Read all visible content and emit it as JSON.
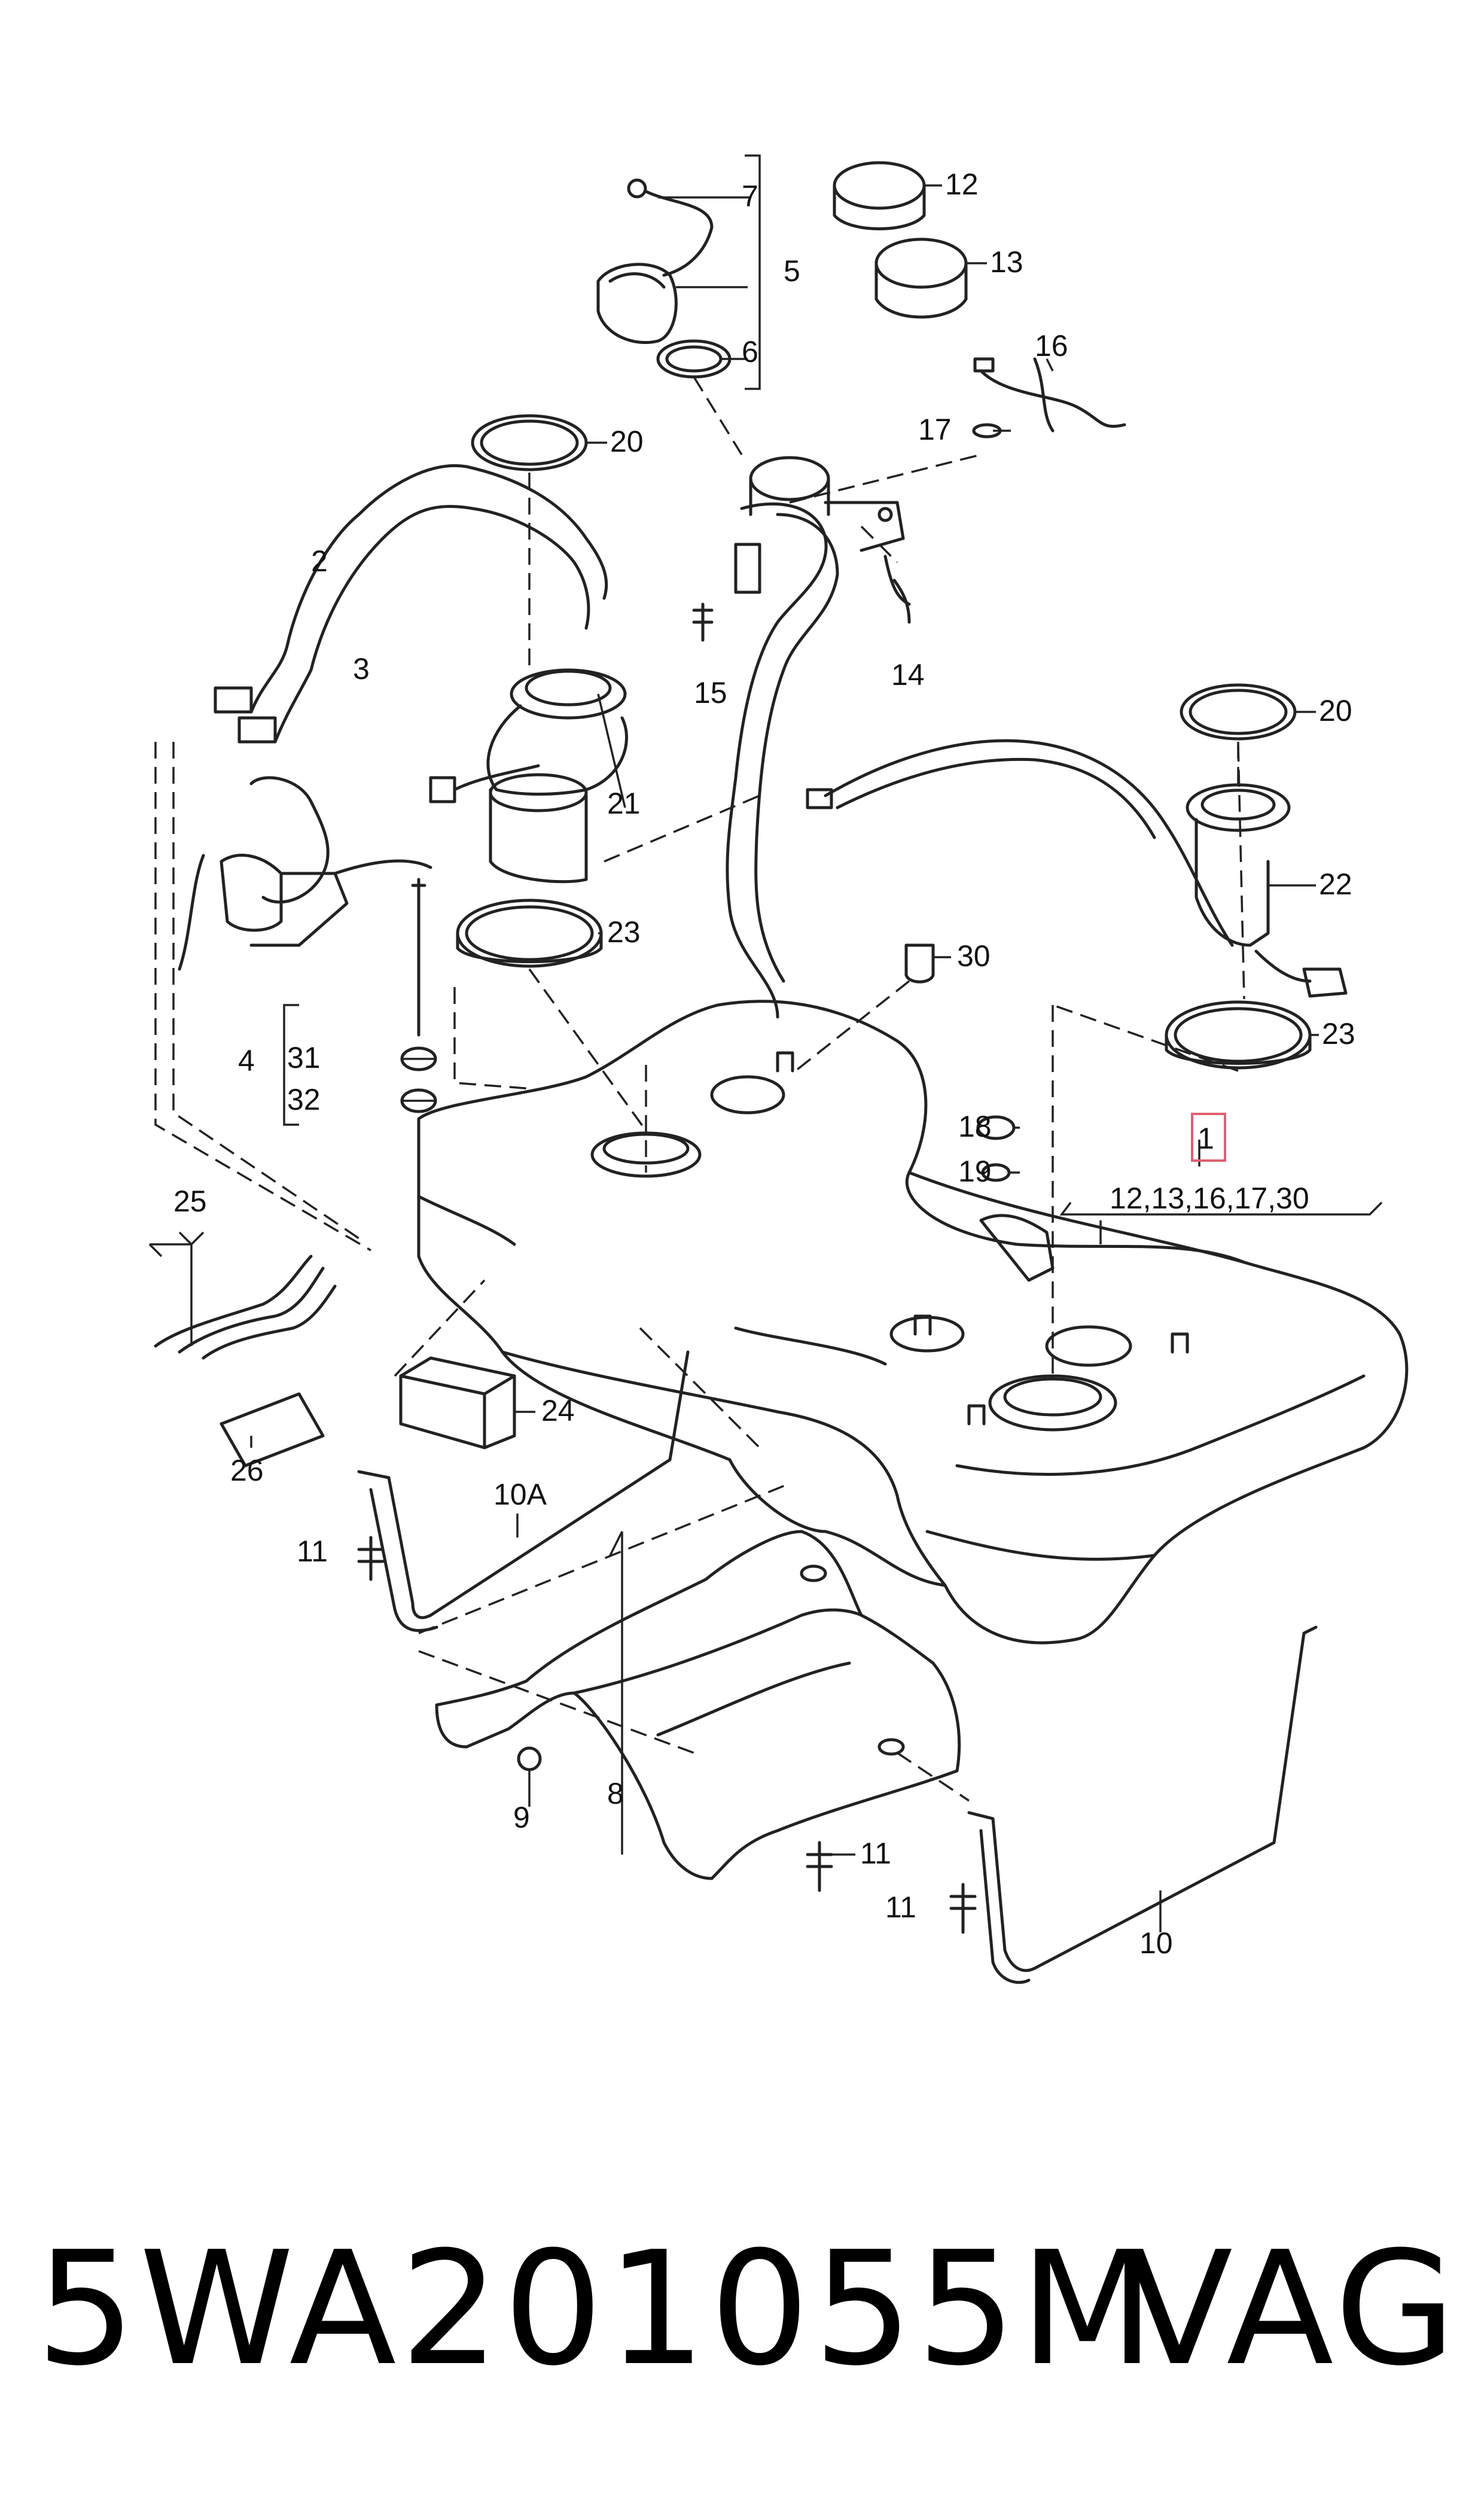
{
  "diagram": {
    "part_labels": {
      "p1": "1",
      "p2": "2",
      "p3": "3",
      "p4": "4",
      "p5": "5",
      "p6": "6",
      "p7": "7",
      "p8": "8",
      "p9": "9",
      "p10": "10",
      "p10a": "10A",
      "p11a": "11",
      "p11b": "11",
      "p11c": "11",
      "p12": "12",
      "p13": "13",
      "p14": "14",
      "p15": "15",
      "p16": "16",
      "p17": "17",
      "p18": "18",
      "p19": "19",
      "p20a": "20",
      "p20b": "20",
      "p21": "21",
      "p22": "22",
      "p23a": "23",
      "p23b": "23",
      "p24": "24",
      "p25": "25",
      "p26": "26",
      "p30": "30",
      "p31": "31",
      "p32": "32"
    },
    "kit_contents": "12,13,16,17,30",
    "highlight_color": "#e06070"
  },
  "footer": {
    "part_number": "5WA201055M",
    "brand": "VAG"
  }
}
